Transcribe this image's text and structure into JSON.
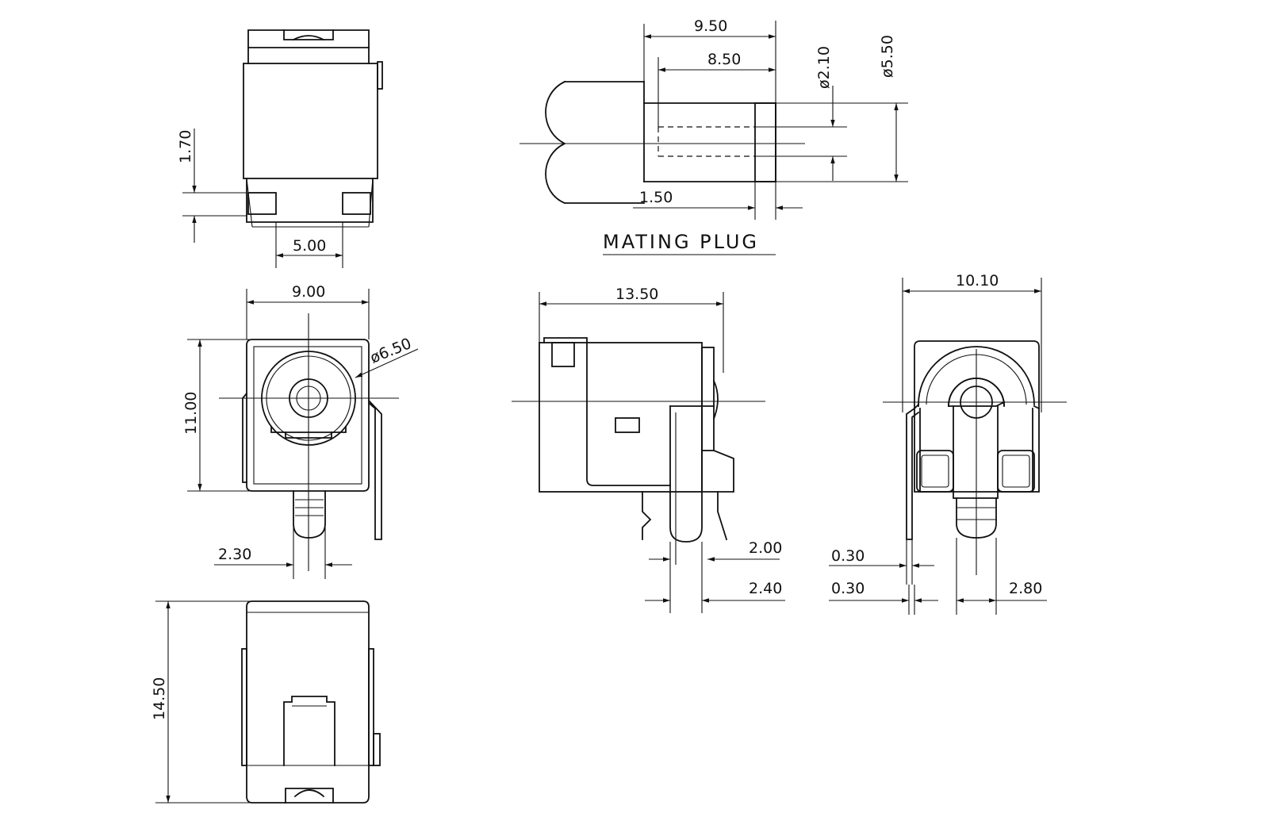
{
  "title": "MATING PLUG",
  "dimensions": {
    "plug_length": "9.50",
    "pin_depth": "8.50",
    "pin_diameter": "ø2.10",
    "plug_diameter": "ø5.50",
    "plug_tip": "1.50",
    "top_pin_gap": "1.70",
    "top_width": "5.00",
    "front_width": "9.00",
    "front_height": "11.00",
    "front_barrel": "ø6.50",
    "front_pin": "2.30",
    "bottom_length": "14.50",
    "side_length": "13.50",
    "side_pin1": "2.00",
    "side_pin2": "2.40",
    "rear_width": "10.10",
    "rear_t1": "0.30",
    "rear_t2": "0.30",
    "rear_pin": "2.80"
  },
  "colors": {
    "ink": "#111111",
    "paper": "#ffffff"
  }
}
